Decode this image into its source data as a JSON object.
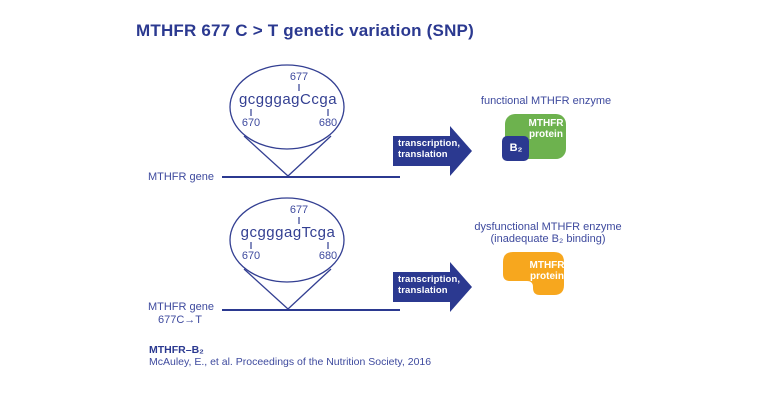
{
  "colors": {
    "navy": "#2b3990",
    "label_text": "#3e4a9e",
    "green": "#6db24e",
    "orange": "#f7a71e",
    "background": "#ffffff"
  },
  "title": "MTHFR 677 C > T genetic variation (SNP)",
  "top": {
    "pos_677": "677",
    "sequence": "gcgggagCcga",
    "pos_670": "670",
    "pos_680": "680",
    "gene_label": "MTHFR gene",
    "arrow_label_line1": "transcription,",
    "arrow_label_line2": "translation",
    "enzyme_label": "functional MTHFR enzyme",
    "protein_label_line1": "MTHFR",
    "protein_label_line2": "protein",
    "b2_label": "B₂"
  },
  "bottom": {
    "pos_677": "677",
    "sequence": "gcgggagTcga",
    "pos_670": "670",
    "pos_680": "680",
    "gene_label": "MTHFR gene",
    "gene_sublabel": "677C→T",
    "arrow_label_line1": "transcription,",
    "arrow_label_line2": "translation",
    "enzyme_label": "dysfunctional MTHFR enzyme",
    "enzyme_sublabel": "(inadequate B₂ binding)",
    "protein_label_line1": "MTHFR",
    "protein_label_line2": "protein"
  },
  "footer": {
    "heading": "MTHFR–B₂",
    "citation": "McAuley, E., et al. Proceedings of the Nutrition Society, 2016"
  }
}
